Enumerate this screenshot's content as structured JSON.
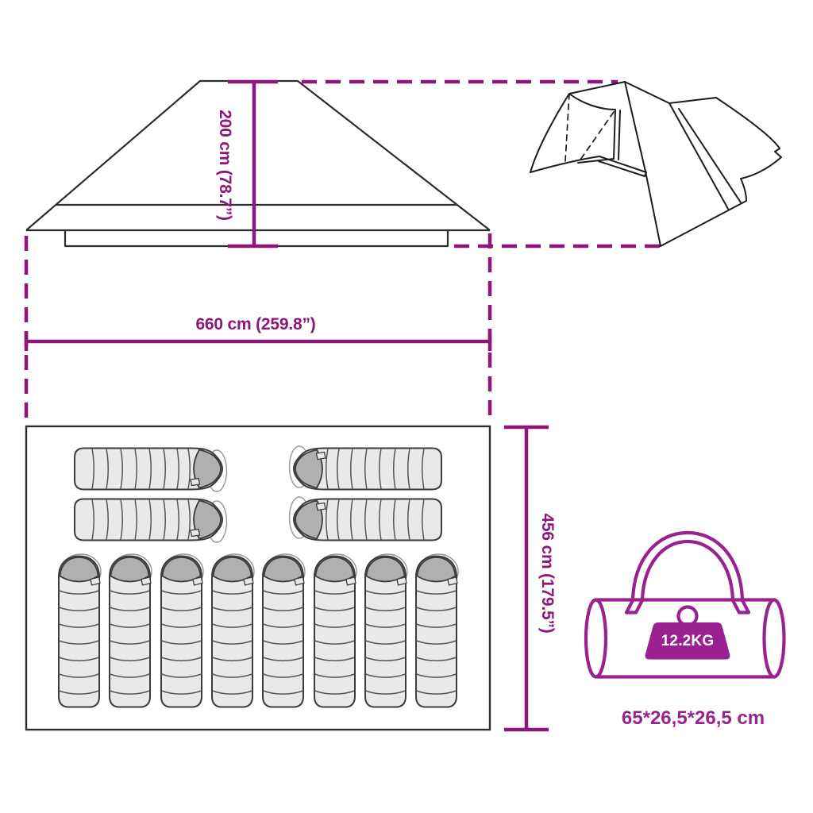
{
  "diagram": {
    "type": "tent-product-dimensions",
    "labels": {
      "height": "200 cm (78.7”)",
      "width": "660 cm (259.8”)",
      "depth": "456 cm (179.5”)",
      "bag_weight": "12.2KG",
      "bag_size": "65*26,5*26,5 cm"
    },
    "floor_plan": {
      "sleeping_bags_horizontal": 4,
      "sleeping_bags_vertical": 8
    },
    "colors": {
      "dimension_magenta": "#8E1579",
      "bag_purple": "#9A2190",
      "line_dark": "#1c1c1c",
      "bag_body_gray": "#e9e9e9",
      "bag_hood_gray": "#b0b0b0"
    }
  }
}
